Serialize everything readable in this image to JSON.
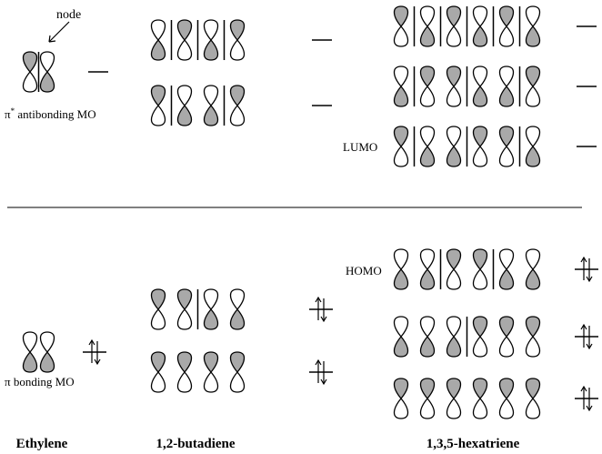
{
  "labels": {
    "node": "node",
    "pi_star_prefix": "π",
    "pi_star_sup": "*",
    "pi_star_rest": " antibonding MO",
    "pi_bonding": "π bonding MO",
    "lumo": "LUMO",
    "homo": "HOMO"
  },
  "columns": [
    {
      "name": "Ethylene"
    },
    {
      "name": "1,2-butadiene"
    },
    {
      "name": "1,3,5-hexatriene"
    }
  ],
  "colors": {
    "lobe_fill": "#a9a9a9",
    "line": "#000000",
    "background": "#ffffff"
  },
  "orbitals": [
    {
      "molecule": "Ethylene",
      "level": "pi* antibonding",
      "phases": [
        1,
        0
      ],
      "nodes_between": [
        0
      ],
      "electrons": 0
    },
    {
      "molecule": "Ethylene",
      "level": "pi bonding",
      "phases": [
        0,
        0
      ],
      "nodes_between": [],
      "electrons": 2
    },
    {
      "molecule": "1,2-butadiene",
      "level": 4,
      "phases": [
        0,
        1,
        0,
        1
      ],
      "nodes_between": [
        0,
        1,
        2
      ],
      "electrons": 0
    },
    {
      "molecule": "1,2-butadiene",
      "level": 3,
      "phases": [
        1,
        0,
        0,
        1
      ],
      "nodes_between": [
        0,
        2
      ],
      "electrons": 0
    },
    {
      "molecule": "1,2-butadiene",
      "level": 2,
      "phases": [
        1,
        1,
        0,
        0
      ],
      "nodes_between": [
        1
      ],
      "electrons": 2
    },
    {
      "molecule": "1,2-butadiene",
      "level": 1,
      "phases": [
        1,
        1,
        1,
        1
      ],
      "nodes_between": [],
      "electrons": 2
    },
    {
      "molecule": "1,3,5-hexatriene",
      "level": 6,
      "phases": [
        1,
        0,
        1,
        0,
        1,
        0
      ],
      "nodes_between": [
        0,
        1,
        2,
        3,
        4
      ],
      "electrons": 0
    },
    {
      "molecule": "1,3,5-hexatriene",
      "level": 5,
      "phases": [
        0,
        1,
        1,
        0,
        0,
        1
      ],
      "nodes_between": [
        0,
        2,
        4
      ],
      "electrons": 0
    },
    {
      "molecule": "1,3,5-hexatriene",
      "level": "LUMO",
      "phases": [
        1,
        0,
        0,
        1,
        1,
        0
      ],
      "nodes_between": [
        0,
        2,
        4
      ],
      "electrons": 0
    },
    {
      "molecule": "1,3,5-hexatriene",
      "level": "HOMO",
      "phases": [
        0,
        0,
        1,
        1,
        0,
        0
      ],
      "nodes_between": [
        1,
        3
      ],
      "electrons": 2
    },
    {
      "molecule": "1,3,5-hexatriene",
      "level": 2,
      "phases": [
        0,
        0,
        0,
        1,
        1,
        1
      ],
      "nodes_between": [
        2
      ],
      "electrons": 2
    },
    {
      "molecule": "1,3,5-hexatriene",
      "level": 1,
      "phases": [
        1,
        1,
        1,
        1,
        1,
        1
      ],
      "nodes_between": [],
      "electrons": 2
    }
  ]
}
